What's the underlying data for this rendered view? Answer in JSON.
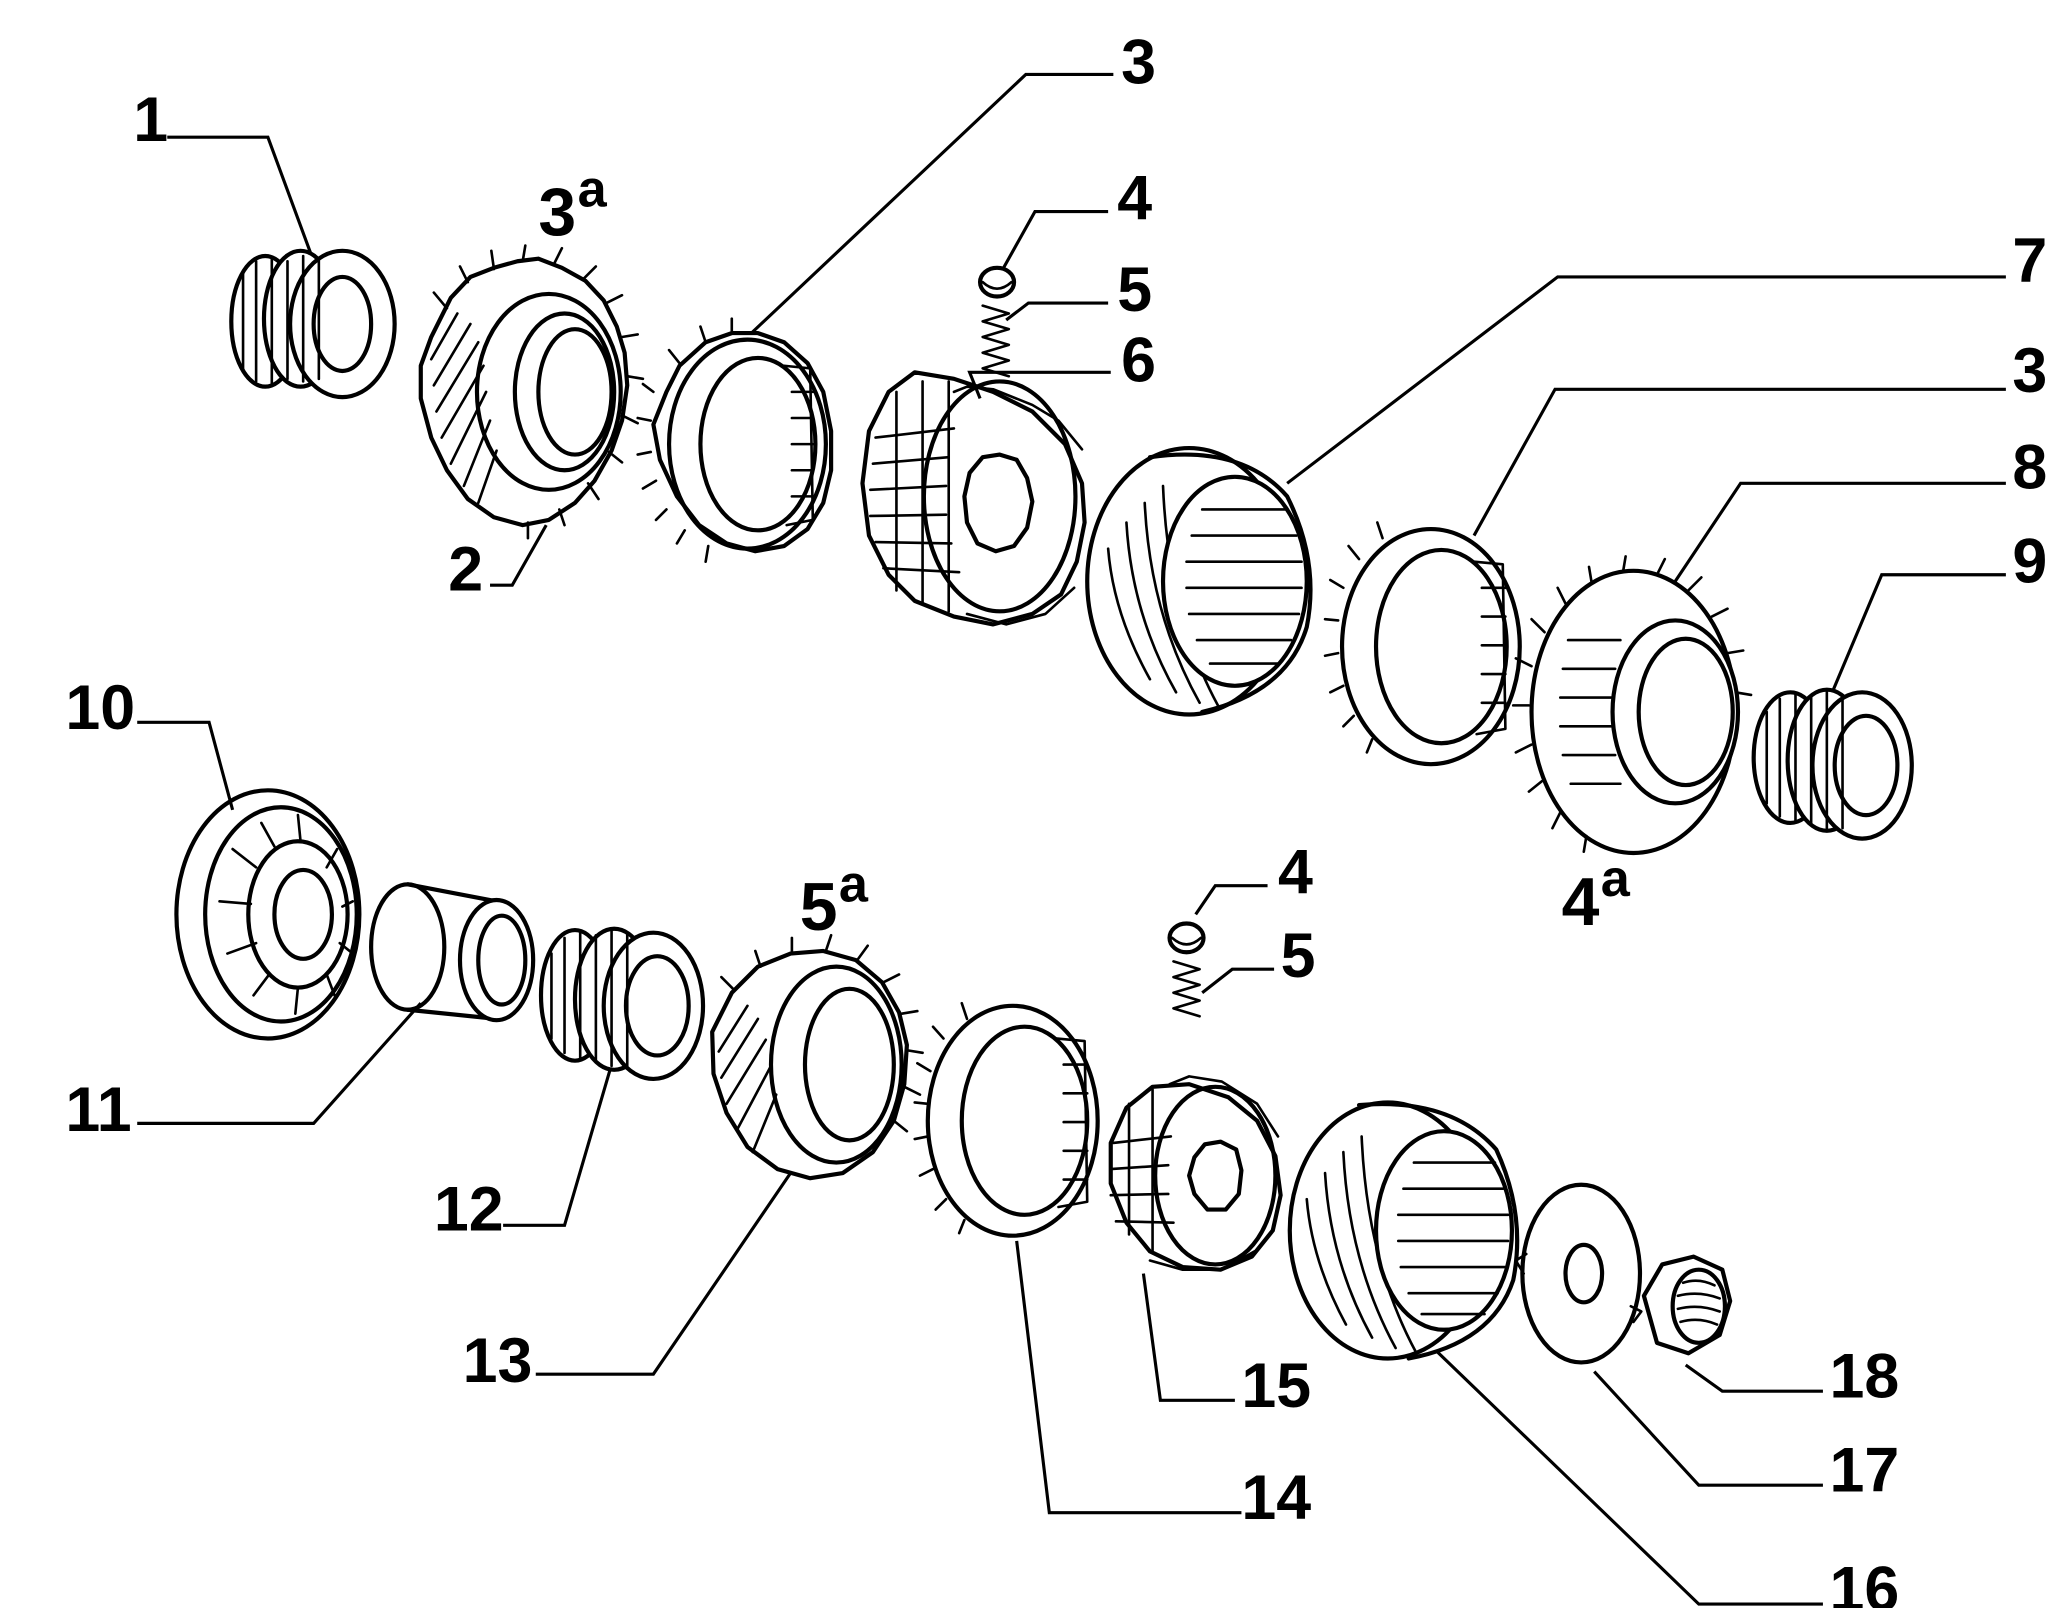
{
  "callouts": [
    {
      "id": "c1",
      "text": "1"
    },
    {
      "id": "c2",
      "text": "2"
    },
    {
      "id": "c3a",
      "text": "3"
    },
    {
      "id": "c3b",
      "text": "3"
    },
    {
      "id": "c4a",
      "text": "4"
    },
    {
      "id": "c4b",
      "text": "4"
    },
    {
      "id": "c5a",
      "text": "5"
    },
    {
      "id": "c5b",
      "text": "5"
    },
    {
      "id": "c6",
      "text": "6"
    },
    {
      "id": "c7",
      "text": "7"
    },
    {
      "id": "c8",
      "text": "8"
    },
    {
      "id": "c9",
      "text": "9"
    },
    {
      "id": "c10",
      "text": "10"
    },
    {
      "id": "c11",
      "text": "11"
    },
    {
      "id": "c12",
      "text": "12"
    },
    {
      "id": "c13",
      "text": "13"
    },
    {
      "id": "c14",
      "text": "14"
    },
    {
      "id": "c15",
      "text": "15"
    },
    {
      "id": "c16",
      "text": "16"
    },
    {
      "id": "c17",
      "text": "17"
    },
    {
      "id": "c18",
      "text": "18"
    }
  ],
  "gear_labels": [
    {
      "id": "g3",
      "number": "3",
      "suffix": "a"
    },
    {
      "id": "g4",
      "number": "4",
      "suffix": "a"
    },
    {
      "id": "g5",
      "number": "5",
      "suffix": "a"
    }
  ]
}
